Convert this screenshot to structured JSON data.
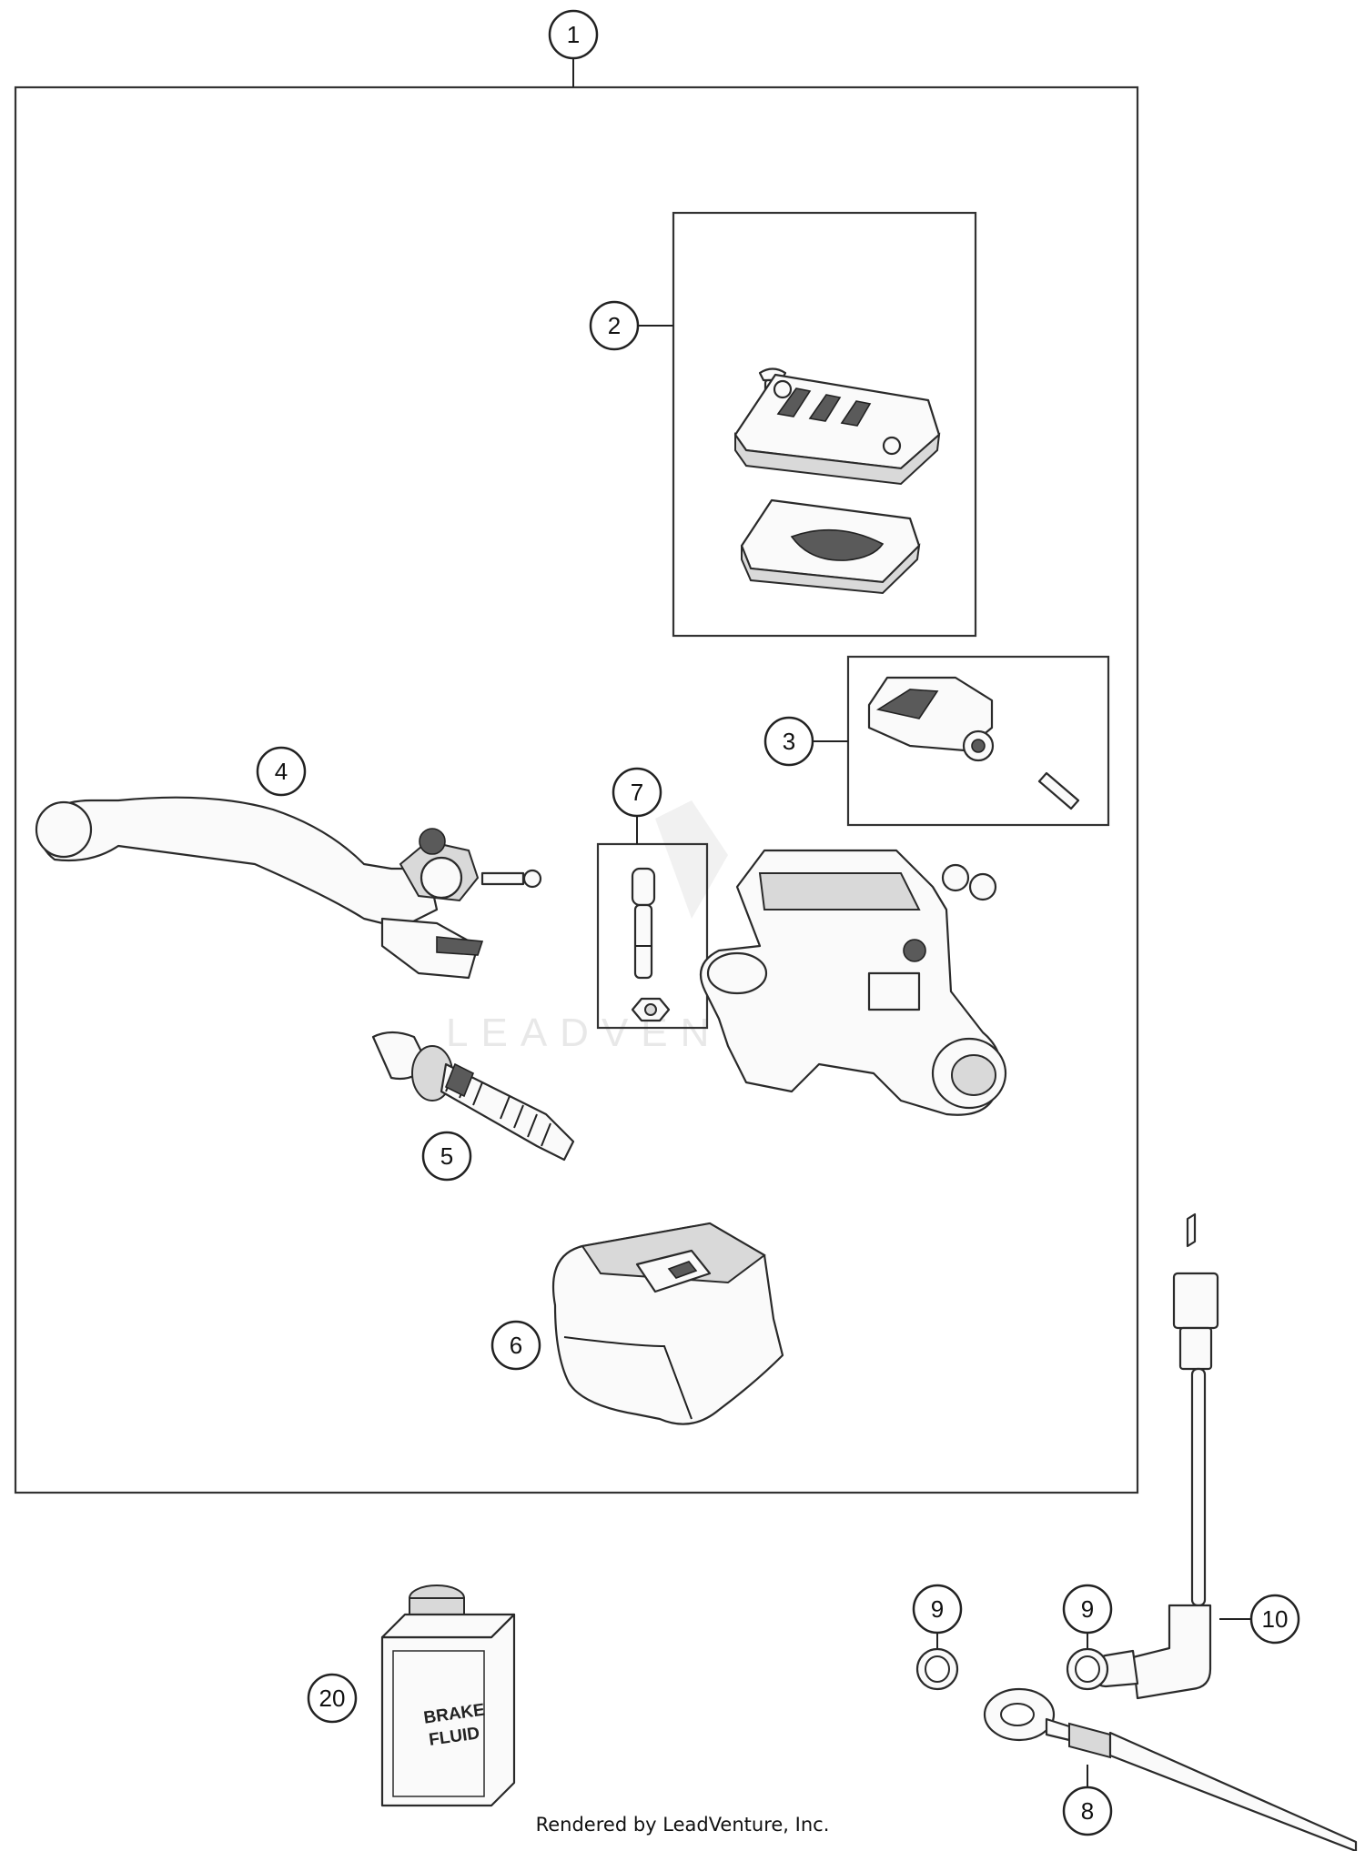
{
  "diagram": {
    "callouts": [
      {
        "id": "c1",
        "label": "1"
      },
      {
        "id": "c2",
        "label": "2"
      },
      {
        "id": "c3",
        "label": "3"
      },
      {
        "id": "c4",
        "label": "4"
      },
      {
        "id": "c5",
        "label": "5"
      },
      {
        "id": "c6",
        "label": "6"
      },
      {
        "id": "c7",
        "label": "7"
      },
      {
        "id": "c8",
        "label": "8"
      },
      {
        "id": "c9a",
        "label": "9"
      },
      {
        "id": "c9b",
        "label": "9"
      },
      {
        "id": "c10",
        "label": "10"
      },
      {
        "id": "c20",
        "label": "20"
      }
    ],
    "bottle_label_line1": "BRAKE",
    "bottle_label_line2": "FLUID",
    "watermark": "LEADVENTURE"
  },
  "footer": {
    "credit": "Rendered by LeadVenture, Inc."
  }
}
